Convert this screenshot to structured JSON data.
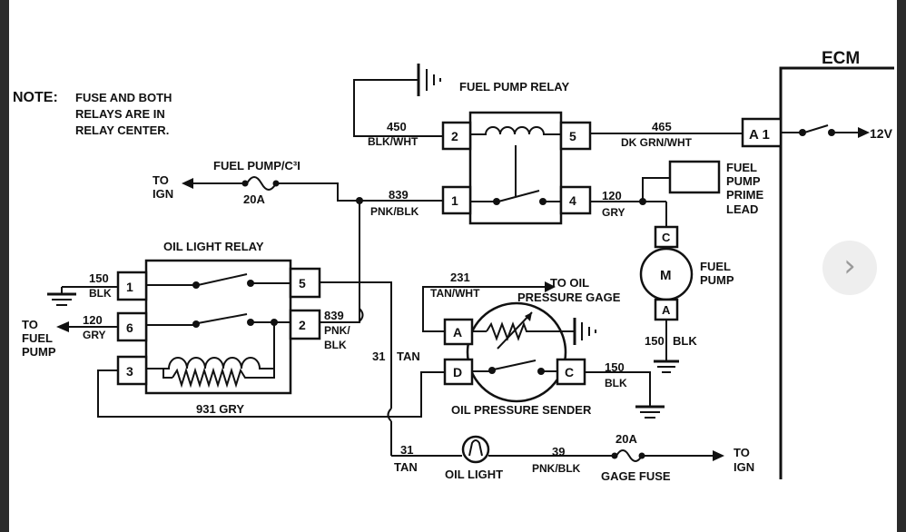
{
  "diagram": {
    "ecm": {
      "title": "ECM",
      "pin": "A 1",
      "voltage": "12V"
    },
    "note": {
      "label": "NOTE:",
      "line1": "FUSE AND BOTH",
      "line2": "RELAYS ARE IN",
      "line3": "RELAY CENTER."
    },
    "fuel_pump_relay": {
      "title": "FUEL PUMP RELAY",
      "pins": [
        "2",
        "5",
        "1",
        "4"
      ]
    },
    "oil_light_relay": {
      "title": "OIL LIGHT RELAY",
      "pins": [
        "1",
        "5",
        "6",
        "2",
        "3"
      ]
    },
    "fuel_pump_fuse": {
      "name": "FUEL PUMP/C³I",
      "rating": "20A",
      "to_line1": "TO",
      "to_line2": "IGN"
    },
    "wires": {
      "w450": "450",
      "w450c": "BLK/WHT",
      "w465": "465",
      "w465c": "DK GRN/WHT",
      "w839": "839",
      "w839c": "PNK/BLK",
      "w120": "120",
      "w120c": "GRY",
      "w150": "150",
      "w150c": "BLK",
      "w120l": "120",
      "w120lc": "GRY",
      "w839b": "839",
      "w839bc1": "PNK/",
      "w839bc2": "BLK",
      "w231": "231",
      "w231c": "TAN/WHT",
      "w31": "31",
      "w31c": "TAN",
      "w31b": "31",
      "w31bc": "TAN",
      "w150s": "150",
      "w150sc": "BLK",
      "w150p": "150",
      "w150pc": "BLK",
      "w931": "931 GRY",
      "w39": "39",
      "w39c": "PNK/BLK"
    },
    "to_fuel_pump": {
      "l1": "TO",
      "l2": "FUEL",
      "l3": "PUMP"
    },
    "prime_lead": {
      "l1": "FUEL",
      "l2": "PUMP",
      "l3": "PRIME",
      "l4": "LEAD"
    },
    "fuel_pump": {
      "l1": "FUEL",
      "l2": "PUMP",
      "motor": "M",
      "pin_c": "C",
      "pin_a": "A"
    },
    "oil_gage": {
      "l1": "TO OIL",
      "l2": "PRESSURE GAGE"
    },
    "sender": {
      "title": "OIL PRESSURE SENDER",
      "pin_a": "A",
      "pin_d": "D",
      "pin_c": "C"
    },
    "oil_light": "OIL LIGHT",
    "gage_fuse": {
      "name": "GAGE FUSE",
      "rating": "20A",
      "to_line1": "TO",
      "to_line2": "IGN"
    }
  },
  "nav": {
    "next_icon": "›"
  }
}
